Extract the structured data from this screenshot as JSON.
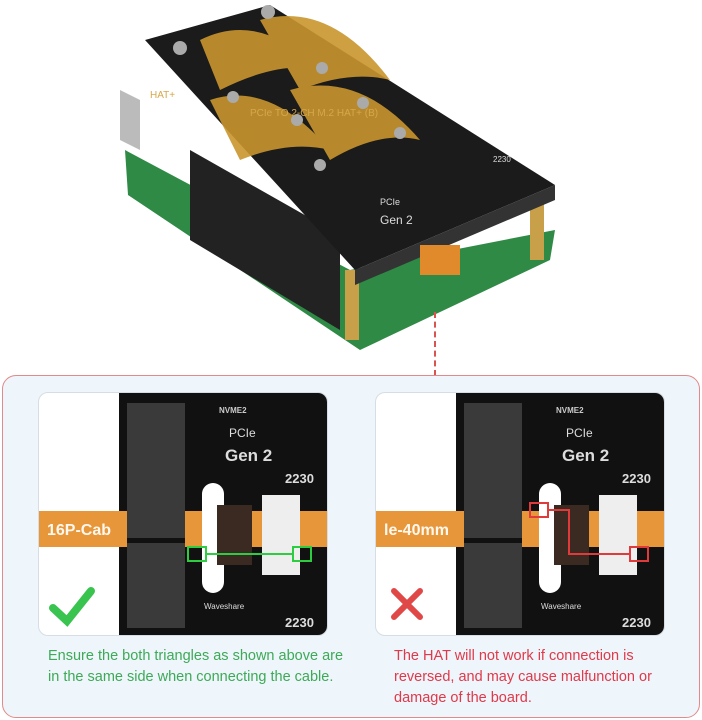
{
  "product_photo": {
    "board_labels": {
      "model": "PCIe TO 2-CH M.2 HAT+ (B)",
      "hat": "HAT+",
      "pcie": "PCIe",
      "gen": "Gen 2",
      "size": "2230"
    }
  },
  "panels": [
    {
      "status": "correct",
      "icon": "check-icon",
      "cable_label": "16P-Cab",
      "board_text": {
        "slot": "NVME2",
        "pcie": "PCIe",
        "gen": "Gen 2",
        "size": "2230",
        "brand": "Waveshare"
      },
      "marker_color": "#2ecc40",
      "caption": "Ensure the both triangles as shown above are in the same side when connecting the cable."
    },
    {
      "status": "incorrect",
      "icon": "cross-icon",
      "cable_label": "le-40mm",
      "board_text": {
        "slot": "NVME2",
        "pcie": "PCIe",
        "gen": "Gen 2",
        "size": "2230",
        "brand": "Waveshare"
      },
      "marker_color": "#e03a3a",
      "caption": "The HAT will not work if connection is reversed, and may cause malfunction or damage of the board."
    }
  ],
  "colors": {
    "ok": "#3daa57",
    "bad": "#e0394a",
    "panel_border": "#e28a8a",
    "panel_bg": "#eef5fb"
  }
}
